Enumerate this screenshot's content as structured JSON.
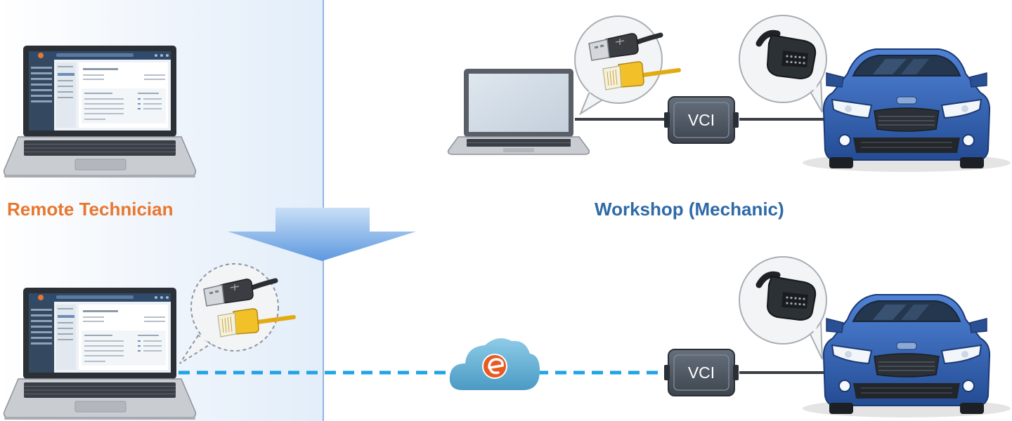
{
  "remote": {
    "title": "Remote Technician"
  },
  "workshop": {
    "title": "Workshop (Mechanic)"
  },
  "vci": {
    "label": "VCI"
  },
  "colors": {
    "remote_title": "#e8772e",
    "workshop_title": "#2e6aa8",
    "divider": "#8eb6df",
    "arrow": "#6aa4e6",
    "dashed_link": "#1fa2e6",
    "cloud": "#5ca9cf",
    "car_body": "#2f5fb3",
    "vci_box": "#4c5562",
    "ethernet": "#f0b81c",
    "usb": "#3a3a3a"
  },
  "icons": {
    "laptop": "laptop-icon",
    "car": "car-icon",
    "vci": "vci-box-icon",
    "obd": "obd-connector-icon",
    "usb": "usb-plug-icon",
    "ethernet": "ethernet-plug-icon",
    "cloud": "cloud-icon",
    "down_arrow": "down-arrow-icon"
  }
}
